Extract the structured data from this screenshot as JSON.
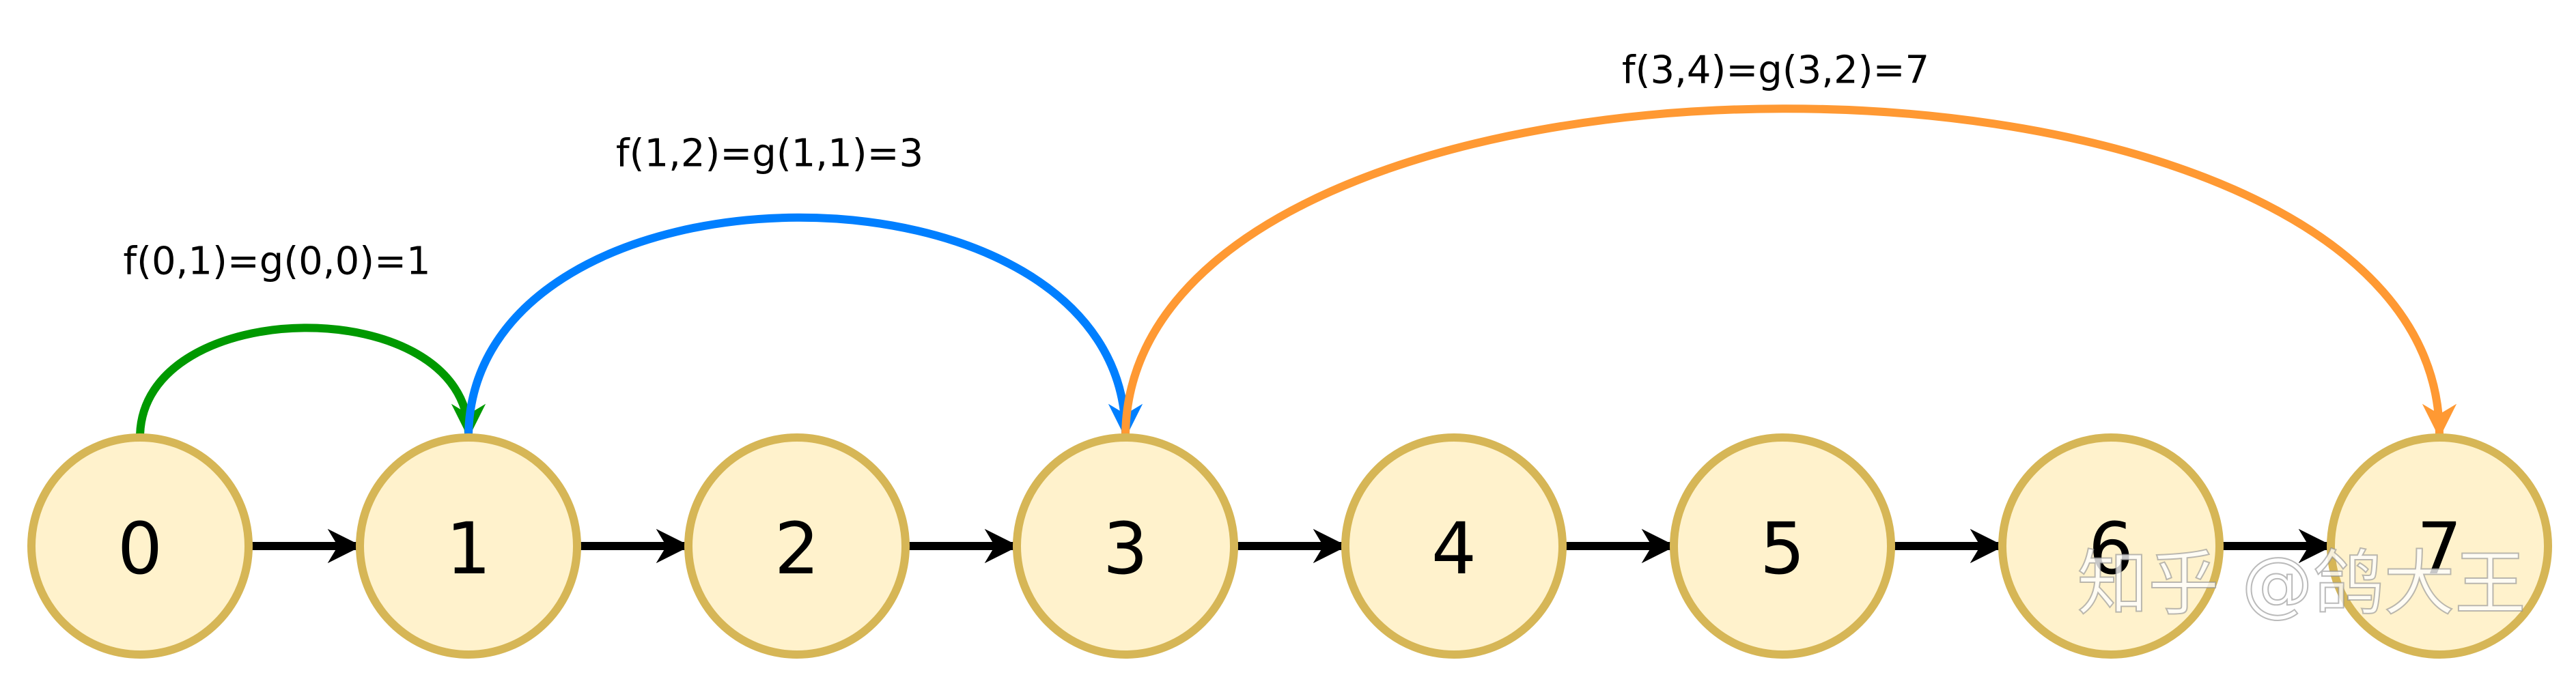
{
  "nodes": [
    {
      "label": "0"
    },
    {
      "label": "1"
    },
    {
      "label": "2"
    },
    {
      "label": "3"
    },
    {
      "label": "4"
    },
    {
      "label": "5"
    },
    {
      "label": "6"
    },
    {
      "label": "7"
    }
  ],
  "arcs": [
    {
      "from": 0,
      "to": 1,
      "label": "f(0,1)=g(0,0)=1",
      "color": "#009900"
    },
    {
      "from": 1,
      "to": 3,
      "label": "f(1,2)=g(1,1)=3",
      "color": "#007fff"
    },
    {
      "from": 3,
      "to": 7,
      "label": "f(3,4)=g(3,2)=7",
      "color": "#ff9933"
    }
  ],
  "colors": {
    "node_fill": "#fff2cc",
    "node_stroke": "#d6b656",
    "edge": "#000000"
  },
  "watermark": {
    "text": "知乎 @鸽大王"
  }
}
